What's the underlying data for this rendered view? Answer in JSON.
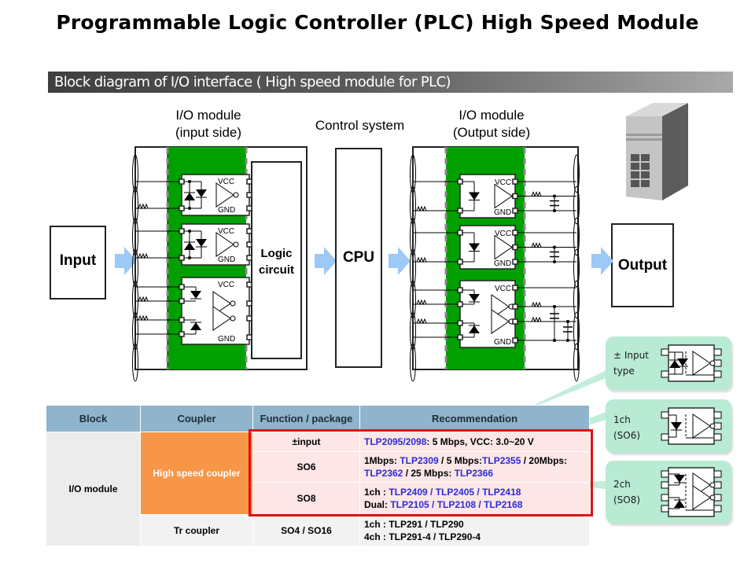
{
  "title": "Programmable Logic Controller (PLC) High Speed Module",
  "subtitle": "Block diagram of I/O interface ( High speed module for PLC)",
  "diagram": {
    "input_box": "Input",
    "output_box": "Output",
    "input_module_label": [
      "I/O module",
      "(input side)"
    ],
    "control_label": "Control system",
    "output_module_label": [
      "I/O module",
      "(Output side)"
    ],
    "logic_box": [
      "Logic",
      "circuit"
    ],
    "cpu_box": "CPU",
    "pin_vcc": "VCC",
    "pin_gnd": "GND",
    "server_icon": "server-tower-icon",
    "colors": {
      "module_green": "#00a000",
      "arrow_blue": "#9cc9f5",
      "callout_green": "#b9ead3",
      "highlight_red": "#e01010",
      "header_blue": "#8fb4cb",
      "hs_orange": "#f79646"
    }
  },
  "table": {
    "headers": [
      "Block",
      "Coupler",
      "Function / package",
      "Recommendation"
    ],
    "block": "I/O module",
    "hs_coupler": "High speed coupler",
    "tr_coupler": "Tr coupler",
    "rows": [
      {
        "func": "±input",
        "rec": [
          [
            {
              "t": "TLP2095/2098",
              "b": true
            },
            {
              "t": ":  5 Mbps, VCC: 3.0~20 V",
              "b": false
            }
          ]
        ]
      },
      {
        "func": "SO6",
        "rec": [
          [
            {
              "t": "1Mbps:  ",
              "b": false
            },
            {
              "t": "TLP2309",
              "b": true
            },
            {
              "t": " / 5 Mbps:",
              "b": false
            },
            {
              "t": "TLP2355",
              "b": true
            },
            {
              "t": " / 20Mbps:",
              "b": false
            }
          ],
          [
            {
              "t": "TLP2362",
              "b": true
            },
            {
              "t": " / 25 Mbps:  ",
              "b": false
            },
            {
              "t": "TLP2366",
              "b": true
            }
          ]
        ]
      },
      {
        "func": "SO8",
        "rec": [
          [
            {
              "t": "1ch : ",
              "b": false
            },
            {
              "t": "TLP2409 / TLP2405 / TLP2418",
              "b": true
            }
          ],
          [
            {
              "t": "Dual: ",
              "b": false
            },
            {
              "t": "TLP2105 / TLP2108  / TLP2168",
              "b": true
            }
          ]
        ]
      },
      {
        "func": "SO4 / SO16",
        "rec": [
          [
            {
              "t": "1ch : TLP291 / TLP290",
              "b": false
            }
          ],
          [
            {
              "t": "4ch : TLP291-4 / TLP290-4",
              "b": false
            }
          ]
        ]
      }
    ]
  },
  "callouts": [
    {
      "text": [
        "± Input",
        "type"
      ],
      "icon": "bidirectional-input-coupler-icon"
    },
    {
      "text": [
        "1ch",
        "(SO6)"
      ],
      "icon": "so6-coupler-icon"
    },
    {
      "text": [
        "2ch",
        "(SO8)"
      ],
      "icon": "so8-dual-coupler-icon"
    }
  ]
}
